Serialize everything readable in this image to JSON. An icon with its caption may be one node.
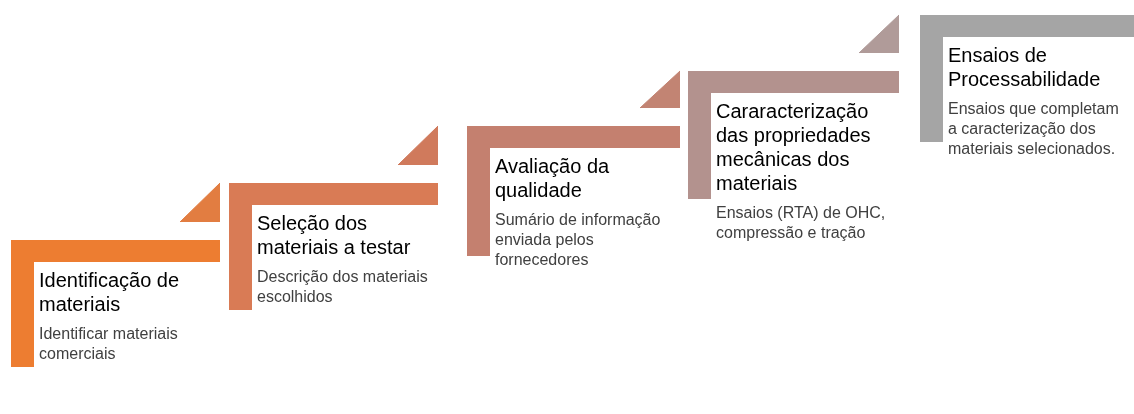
{
  "diagram": {
    "nodes": [
      {
        "text": [
          "Identificação de materiais",
          "Identificar materiais comerciais"
        ]
      },
      {
        "text": [
          "Seleção dos materiais a testar",
          "Descrição dos materiais escolhidos"
        ]
      },
      {
        "text": [
          "Avaliação da qualidade",
          "Sumário de informação enviada pelos fornecedores"
        ]
      },
      {
        "text": [
          "Cararacterização das propriedades mecânicas dos materiais",
          "Ensaios (RTA) de OHC, compressão e tração"
        ]
      },
      {
        "text": [
          "Ensaios de Processabilidade",
          "Ensaios que completam a caracterização dos materiais selecionados."
        ]
      }
    ],
    "edges": [
      {
        "from": 0,
        "to": 1,
        "arrow": "to",
        "color": "#e27d41"
      },
      {
        "from": 1,
        "to": 2,
        "arrow": "to",
        "color": "#d07a5c"
      },
      {
        "from": 2,
        "to": 3,
        "arrow": "to",
        "color": "#c28473"
      },
      {
        "from": 3,
        "to": 4,
        "arrow": "to",
        "color": "#b09b99"
      }
    ]
  }
}
